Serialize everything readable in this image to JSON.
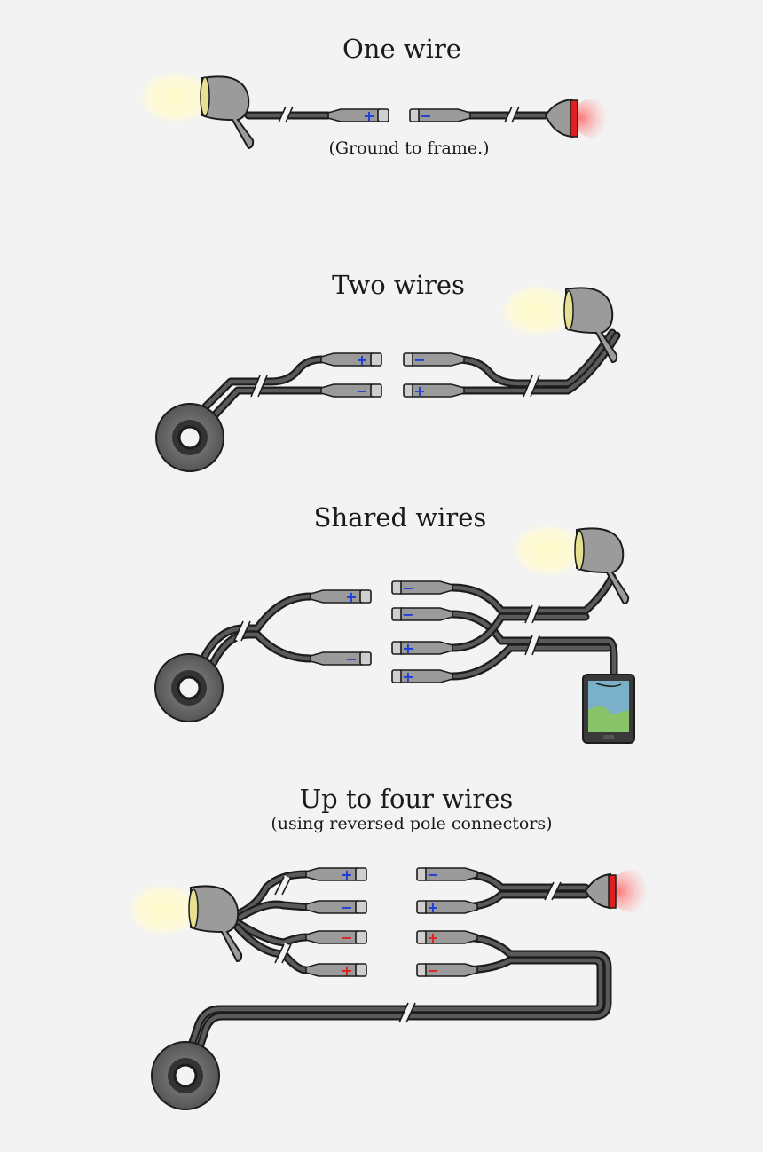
{
  "colors": {
    "background": "#f3f3f3",
    "wire": "#1c1c1c",
    "plus_blue": "#1d3bd8",
    "minus_blue": "#1d3bd8",
    "plus_red": "#e0201e",
    "minus_red": "#e0201e",
    "head_beam": "#fffbc9",
    "tail_glow": "#ff8a8a"
  },
  "sections": [
    {
      "title": "One wire",
      "subtitle": "(Ground to frame.)"
    },
    {
      "title": "Two wires",
      "subtitle": ""
    },
    {
      "title": "Shared wires",
      "subtitle": ""
    },
    {
      "title": "Up to four wires",
      "subtitle": "(using reversed pole connectors)"
    }
  ],
  "icons": {
    "headlight": "headlight-icon",
    "taillight": "taillight-icon",
    "hub_dynamo": "hub-dynamo-icon",
    "gps": "gps-device-icon"
  },
  "connectors": {
    "one_wire": [
      {
        "side": "male",
        "sign": "+",
        "color": "blue"
      },
      {
        "side": "female",
        "sign": "−",
        "color": "blue"
      }
    ],
    "two_wires": [
      {
        "side": "male",
        "sign": "+",
        "color": "blue"
      },
      {
        "side": "male",
        "sign": "−",
        "color": "blue"
      },
      {
        "side": "female",
        "sign": "−",
        "color": "blue"
      },
      {
        "side": "female",
        "sign": "+",
        "color": "blue"
      }
    ],
    "shared": [
      {
        "side": "male",
        "sign": "+",
        "color": "blue"
      },
      {
        "side": "male",
        "sign": "−",
        "color": "blue"
      },
      {
        "side": "female",
        "sign": "−",
        "color": "blue"
      },
      {
        "side": "female",
        "sign": "−",
        "color": "blue"
      },
      {
        "side": "female",
        "sign": "+",
        "color": "blue"
      },
      {
        "side": "female",
        "sign": "+",
        "color": "blue"
      }
    ],
    "four": [
      {
        "side": "male",
        "sign": "+",
        "color": "blue"
      },
      {
        "side": "male",
        "sign": "−",
        "color": "blue"
      },
      {
        "side": "male",
        "sign": "−",
        "color": "red"
      },
      {
        "side": "male",
        "sign": "+",
        "color": "red"
      },
      {
        "side": "female",
        "sign": "−",
        "color": "blue"
      },
      {
        "side": "female",
        "sign": "+",
        "color": "blue"
      },
      {
        "side": "female",
        "sign": "+",
        "color": "red"
      },
      {
        "side": "female",
        "sign": "−",
        "color": "red"
      }
    ]
  }
}
